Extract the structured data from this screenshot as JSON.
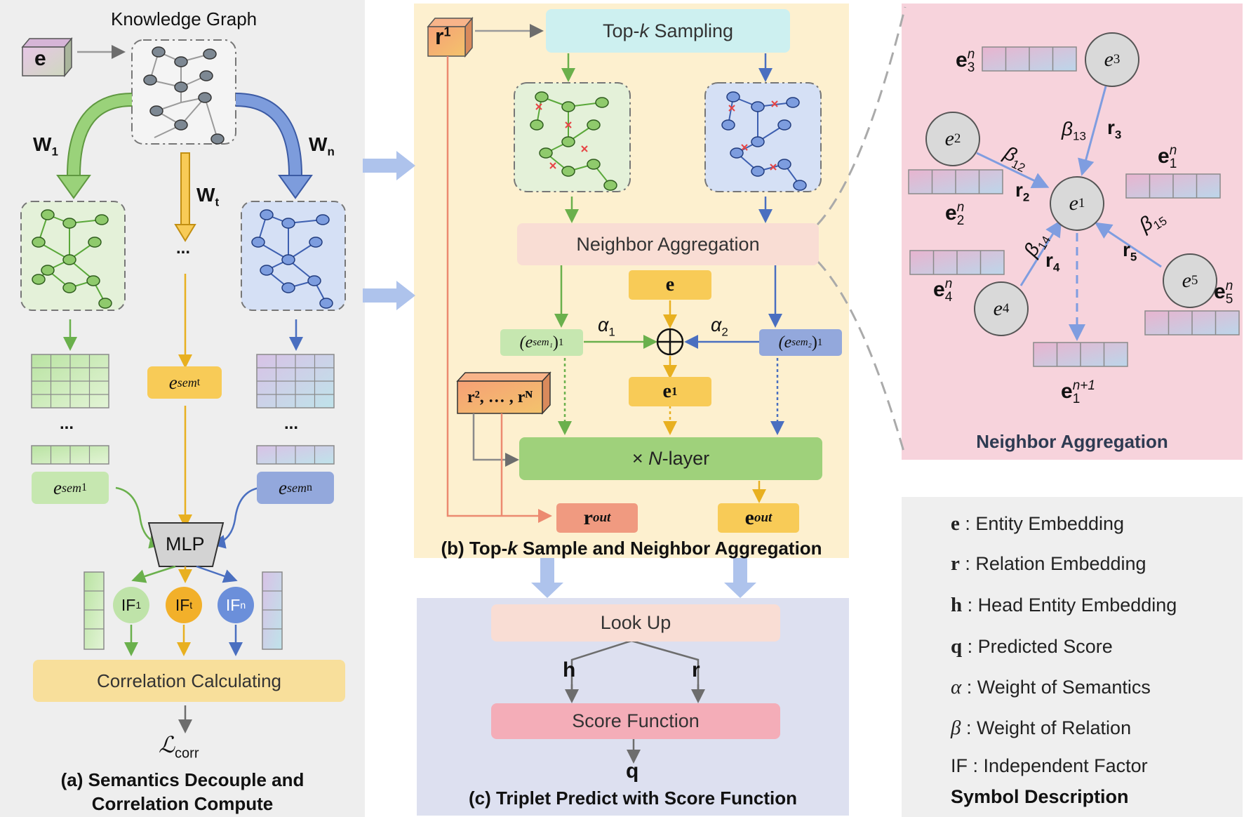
{
  "panel_a": {
    "kg_title": "Knowledge Graph",
    "entity": "e",
    "w1": "W",
    "w1_sub": "1",
    "wn": "W",
    "wn_sub": "n",
    "wt": "W",
    "wt_sub": "t",
    "dots": "...",
    "esem_t": "e",
    "esem_t_sup": "sem",
    "esem_t_sub": "t",
    "esem_1": "e",
    "esem_1_sup": "sem",
    "esem_1_sub": "1",
    "esem_n": "e",
    "esem_n_sup": "sem",
    "esem_n_sub": "n",
    "mlp": "MLP",
    "if1": "IF",
    "if1_sub": "1",
    "ift": "IF",
    "ift_sub": "t",
    "ifn": "IF",
    "ifn_sub": "n",
    "corr_box": "Correlation Calculating",
    "loss": "ℒ",
    "loss_sub": "corr",
    "caption_line1": "(a) Semantics Decouple and",
    "caption_line2": "Correlation Compute"
  },
  "panel_b": {
    "r1": "r",
    "r1_sup": "1",
    "topk_a": "Top-",
    "topk_k": "k",
    "topk_b": " Sampling",
    "neighbor_agg": "Neighbor Aggregation",
    "e": "e",
    "alpha1": "α",
    "alpha1_sub": "1",
    "alpha2": "α",
    "alpha2_sub": "2",
    "esem1": "(e",
    "esem1_sup": "sem₁",
    "esem1_tail": ")",
    "esem1_pow": "1",
    "esem2": "(e",
    "esem2_sup": "sem₂",
    "esem2_tail": ")",
    "esem2_pow": "1",
    "oplus": "⊕",
    "e1": "e",
    "e1_sub": "1",
    "rlist": "r², … , rᴺ",
    "nlayer_a": "× ",
    "nlayer_n": "N",
    "nlayer_b": "-layer",
    "rout": "r",
    "rout_sup": "out",
    "eout": "e",
    "eout_sup": "out",
    "caption_a": "(b) Top-",
    "caption_k": "k",
    "caption_b": " Sample and Neighbor Aggregation"
  },
  "panel_c": {
    "lookup": "Look Up",
    "h": "h",
    "r": "r",
    "score": "Score Function",
    "q": "q",
    "caption": "(c) Triplet Predict with Score Function"
  },
  "panel_d": {
    "e1": "e",
    "e1_sub": "1",
    "e2": "e",
    "e2_sub": "2",
    "e3": "e",
    "e3_sub": "3",
    "e4": "e",
    "e4_sub": "4",
    "e5": "e",
    "e5_sub": "5",
    "e1n": "e",
    "e1n_sub": "1",
    "e1n_sup": "n",
    "e2n": "e",
    "e2n_sub": "2",
    "e2n_sup": "n",
    "e3n": "e",
    "e3n_sub": "3",
    "e3n_sup": "n",
    "e4n": "e",
    "e4n_sub": "4",
    "e4n_sup": "n",
    "e5n": "e",
    "e5n_sub": "5",
    "e5n_sup": "n",
    "e1n1": "e",
    "e1n1_sub": "1",
    "e1n1_sup": "n+1",
    "b13": "β",
    "b13_sub": "13",
    "r3": "r",
    "r3_sub": "3",
    "b12": "β",
    "b12_sub": "12",
    "r2": "r",
    "r2_sub": "2",
    "b14": "β",
    "b14_sub": "14",
    "r4": "r",
    "r4_sub": "4",
    "b15": "β",
    "b15_sub": "15",
    "r5": "r",
    "r5_sub": "5",
    "title": "Neighbor Aggregation"
  },
  "legend": {
    "items": [
      {
        "sym": "e",
        "desc": " : Entity Embedding"
      },
      {
        "sym": "r",
        "desc": " : Relation Embedding"
      },
      {
        "sym": "h",
        "desc": " : Head Entity Embedding"
      },
      {
        "sym": "q",
        "desc": " : Predicted Score"
      },
      {
        "sym": "α",
        "desc": " : Weight of Semantics"
      },
      {
        "sym": "β",
        "desc": " : Weight of Relation"
      },
      {
        "sym": "IF",
        "desc": " : Independent Factor"
      }
    ],
    "title": "Symbol Description"
  },
  "colors": {
    "green": "#6ab04c",
    "blue": "#4a6fc0",
    "orange": "#e8b020",
    "gray_arrow": "#6d6d6d",
    "salmon": "#ec8a70",
    "panel_a_bg": "#eeeeee",
    "panel_b_bg": "#fdf0cf",
    "panel_c_bg": "#dde0f0",
    "panel_d_bg": "#f7d3dc",
    "legend_bg": "#efefef"
  }
}
